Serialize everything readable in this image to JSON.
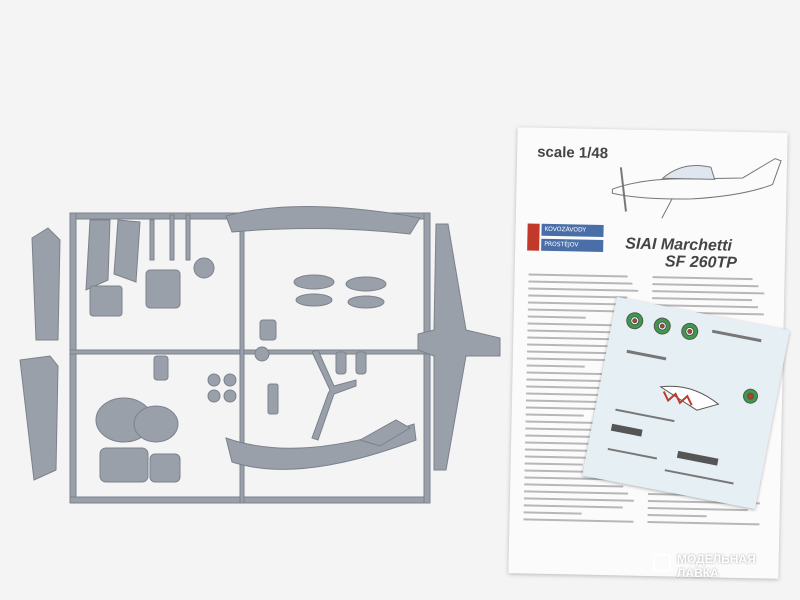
{
  "photo": {
    "subject": "plastic model aircraft kit: grey sprue frame, instruction sheet and decal sheet",
    "colors": {
      "background": "#f4f4f4",
      "plastic": "#9aa0a9",
      "plastic_dark": "#7c828b",
      "paper": "#fbfbfb",
      "decal_sheet": "#e6f0f4",
      "accent_blue": "#4a6fa8",
      "accent_red": "#c0392b",
      "roundel_green": "#3c9a4a"
    }
  },
  "instruction_sheet": {
    "scale": "scale 1/48",
    "title_line1": "SIAI Marchetti",
    "title_line2": "SF 260TP",
    "brand_line1": "KOVOZÁVODY",
    "brand_line2": "PROSTĚJOV"
  },
  "watermark": {
    "line1": "МОДЕЛЬНАЯ",
    "line2": "ЛАВКА"
  }
}
